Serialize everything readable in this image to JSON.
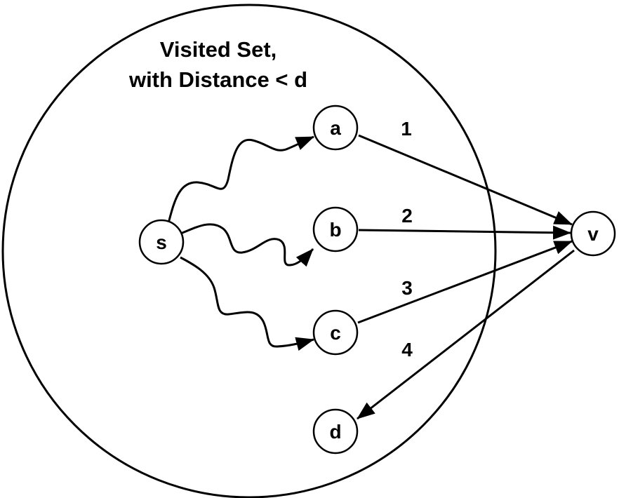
{
  "title": {
    "line1": "Visited Set,",
    "line2": "with Distance < d"
  },
  "nodes": {
    "s": "s",
    "a": "a",
    "b": "b",
    "c": "c",
    "d": "d",
    "v": "v"
  },
  "edges": {
    "av": "1",
    "bv": "2",
    "cv": "3",
    "vd": "4"
  },
  "colors": {
    "stroke": "#000000",
    "background": "#ffffff"
  }
}
